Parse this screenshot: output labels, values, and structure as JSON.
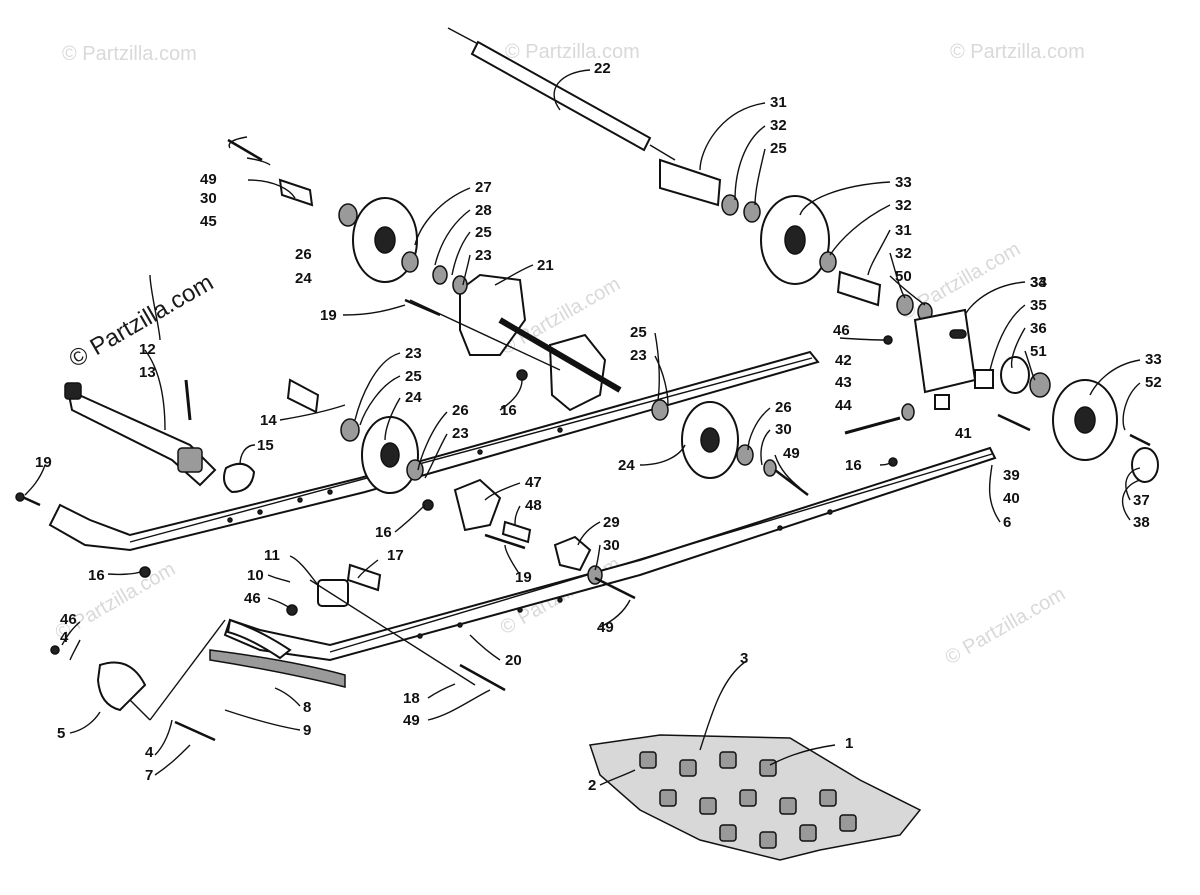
{
  "watermark": {
    "small": "© Partzilla.com",
    "main": "© Partzilla.com"
  },
  "callouts": [
    "1",
    "2",
    "3",
    "4",
    "4",
    "5",
    "6",
    "7",
    "8",
    "9",
    "10",
    "11",
    "12",
    "13",
    "14",
    "15",
    "16",
    "16",
    "16",
    "16",
    "17",
    "18",
    "19",
    "19",
    "19",
    "20",
    "21",
    "22",
    "23",
    "23",
    "23",
    "23",
    "24",
    "24",
    "24",
    "25",
    "25",
    "25",
    "25",
    "26",
    "26",
    "26",
    "27",
    "28",
    "29",
    "30",
    "30",
    "30",
    "31",
    "31",
    "32",
    "32",
    "32",
    "33",
    "33",
    "33",
    "34",
    "35",
    "36",
    "37",
    "38",
    "39",
    "40",
    "41",
    "42",
    "43",
    "44",
    "45",
    "46",
    "46",
    "46",
    "47",
    "48",
    "49",
    "49",
    "49",
    "49",
    "50",
    "51",
    "52"
  ]
}
